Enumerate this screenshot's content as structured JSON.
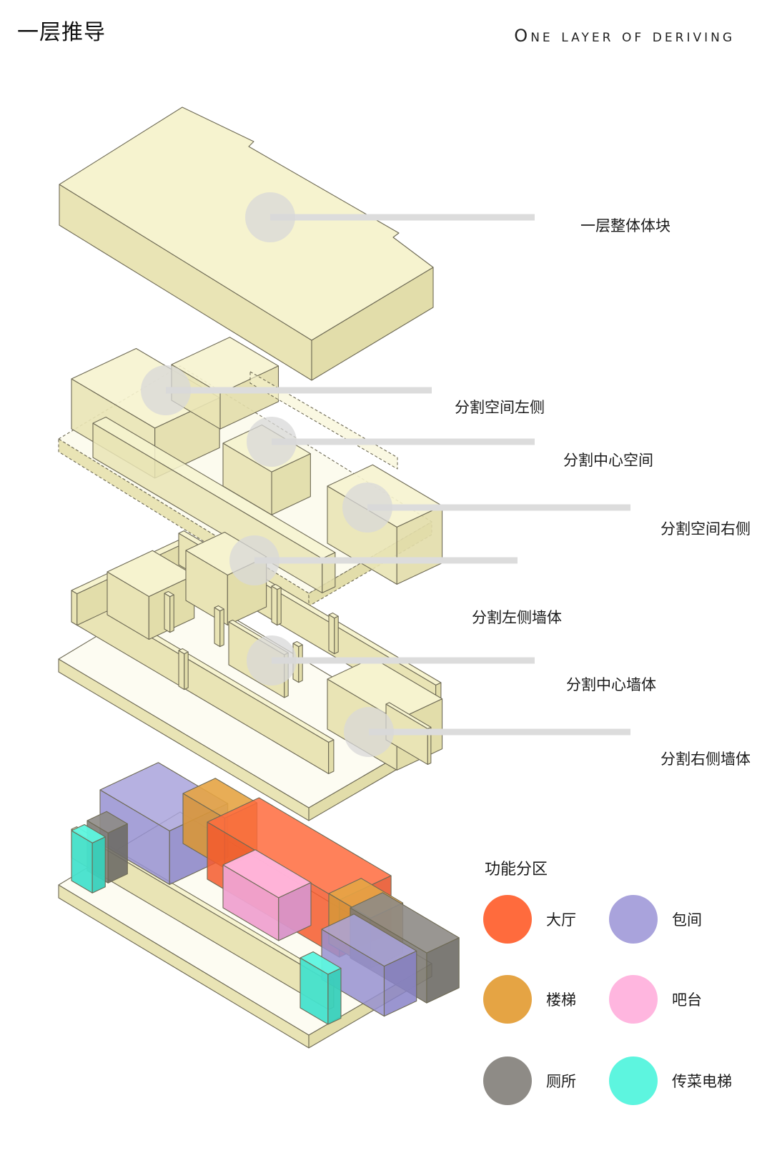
{
  "header": {
    "title": "一层推导",
    "subtitle": "One layer of deriving"
  },
  "colors": {
    "block_face": "#F6F3CF",
    "block_side": "#E9E4B5",
    "block_edge": "#6E6A55",
    "callout_line": "#DCDCDC",
    "callout_dot": "#D8D8D8"
  },
  "callouts": [
    {
      "id": "whole-block",
      "label": "一层整体体块"
    },
    {
      "id": "split-left",
      "label": "分割空间左侧"
    },
    {
      "id": "split-center",
      "label": "分割中心空间"
    },
    {
      "id": "split-right",
      "label": "分割空间右侧"
    },
    {
      "id": "wall-left",
      "label": "分割左侧墙体"
    },
    {
      "id": "wall-center",
      "label": "分割中心墙体"
    },
    {
      "id": "wall-right",
      "label": "分割右侧墙体"
    }
  ],
  "legend": {
    "title": "功能分区",
    "items": [
      {
        "label": "大厅",
        "color": "#FF6B3D"
      },
      {
        "label": "包间",
        "color": "#A9A3DC"
      },
      {
        "label": "楼梯",
        "color": "#E5A444"
      },
      {
        "label": "吧台",
        "color": "#FFB6DF"
      },
      {
        "label": "厕所",
        "color": "#8E8B86"
      },
      {
        "label": "传菜电梯",
        "color": "#5DF5DF"
      }
    ]
  }
}
